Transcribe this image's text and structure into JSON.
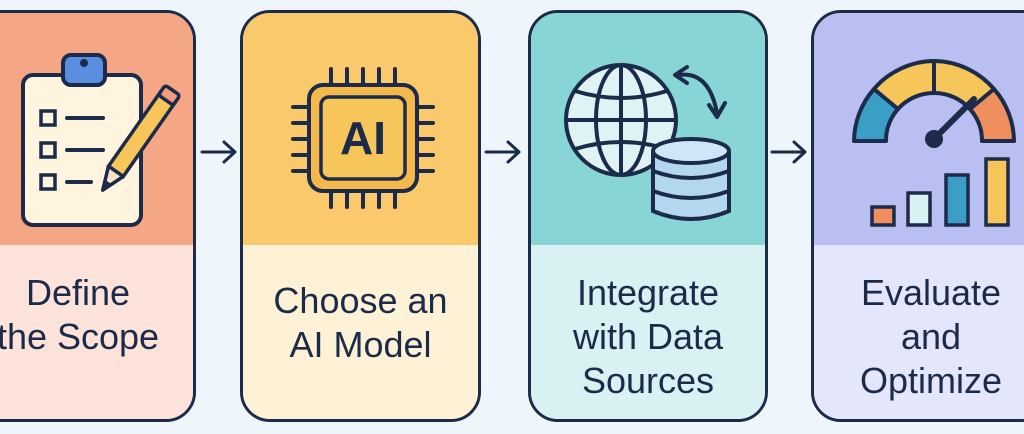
{
  "steps": [
    {
      "line1": "Define",
      "line2": "the Scope",
      "icon": "clipboard-checklist-pencil-icon",
      "colors": {
        "top": "#f5a684",
        "bottom": "#fde3d9"
      }
    },
    {
      "line1": "Choose an",
      "line2": "AI Model",
      "icon": "ai-chip-icon",
      "chip_text": "AI",
      "colors": {
        "top": "#fac96b",
        "bottom": "#fdf1d6"
      }
    },
    {
      "line1": "Integrate",
      "line2": "with Data",
      "line3": "Sources",
      "icon": "globe-database-sync-icon",
      "colors": {
        "top": "#88d5d5",
        "bottom": "#d9f1f2"
      }
    },
    {
      "line1": "Evaluate",
      "line2": "and",
      "line3": "Optimize",
      "icon": "gauge-bar-chart-icon",
      "colors": {
        "top": "#b9bff1",
        "bottom": "#e4e7fb"
      }
    }
  ],
  "colors": {
    "outline": "#1c2b4a",
    "background": "#eef5fb"
  }
}
